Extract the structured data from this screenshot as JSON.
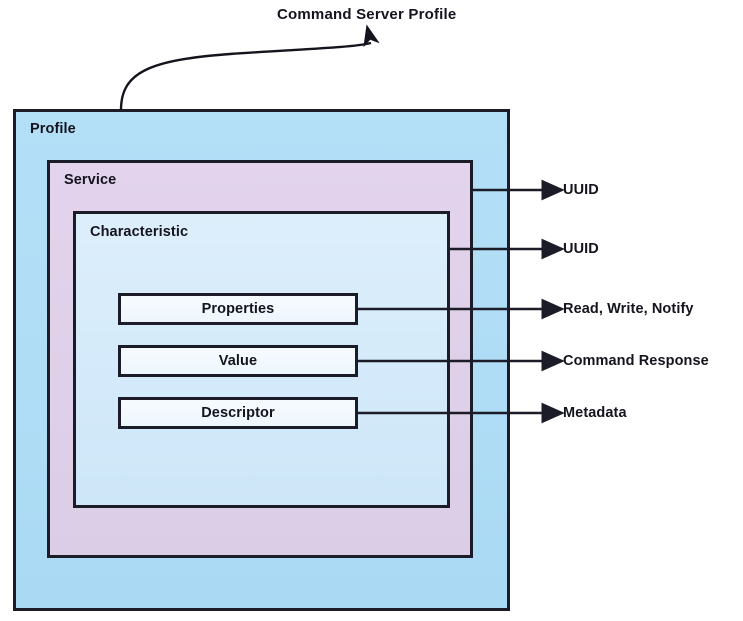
{
  "diagram": {
    "title": "Command Server Profile",
    "title_icon": "curved-arrow-icon",
    "background": "#ffffff"
  },
  "colors": {
    "profile_fill": "#b0ddf6",
    "service_fill": "#ded0e8",
    "characteristic_fill": "#d6ebfa",
    "field_fill": "#f2f8fe",
    "stroke": "#1c1c28",
    "text": "#14141e"
  },
  "containers": {
    "profile": {
      "label": "Profile"
    },
    "service": {
      "label": "Service"
    },
    "characteristic": {
      "label": "Characteristic"
    }
  },
  "fields": [
    {
      "label": "Properties"
    },
    {
      "label": "Value"
    },
    {
      "label": "Descriptor"
    }
  ],
  "callouts": [
    {
      "label": "UUID",
      "source": "service"
    },
    {
      "label": "UUID",
      "source": "characteristic"
    },
    {
      "label": "Read, Write, Notify",
      "source": "properties"
    },
    {
      "label": "Command Response",
      "source": "value"
    },
    {
      "label": "Metadata",
      "source": "descriptor"
    }
  ]
}
